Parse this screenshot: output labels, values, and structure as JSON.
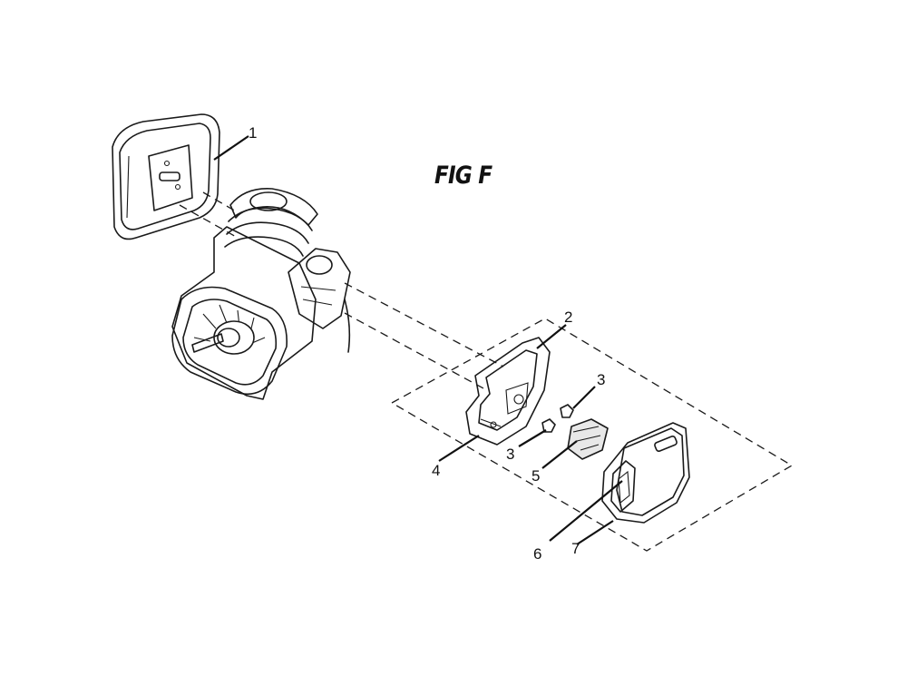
{
  "figure": {
    "title": "FIG F"
  },
  "callouts": [
    {
      "id": "1",
      "label": "1"
    },
    {
      "id": "2",
      "label": "2"
    },
    {
      "id": "3a",
      "label": "3"
    },
    {
      "id": "3b",
      "label": "3"
    },
    {
      "id": "4",
      "label": "4"
    },
    {
      "id": "5",
      "label": "5"
    },
    {
      "id": "6",
      "label": "6"
    },
    {
      "id": "7",
      "label": "7"
    }
  ],
  "colors": {
    "line": "#1a1a1a",
    "background": "#ffffff"
  }
}
